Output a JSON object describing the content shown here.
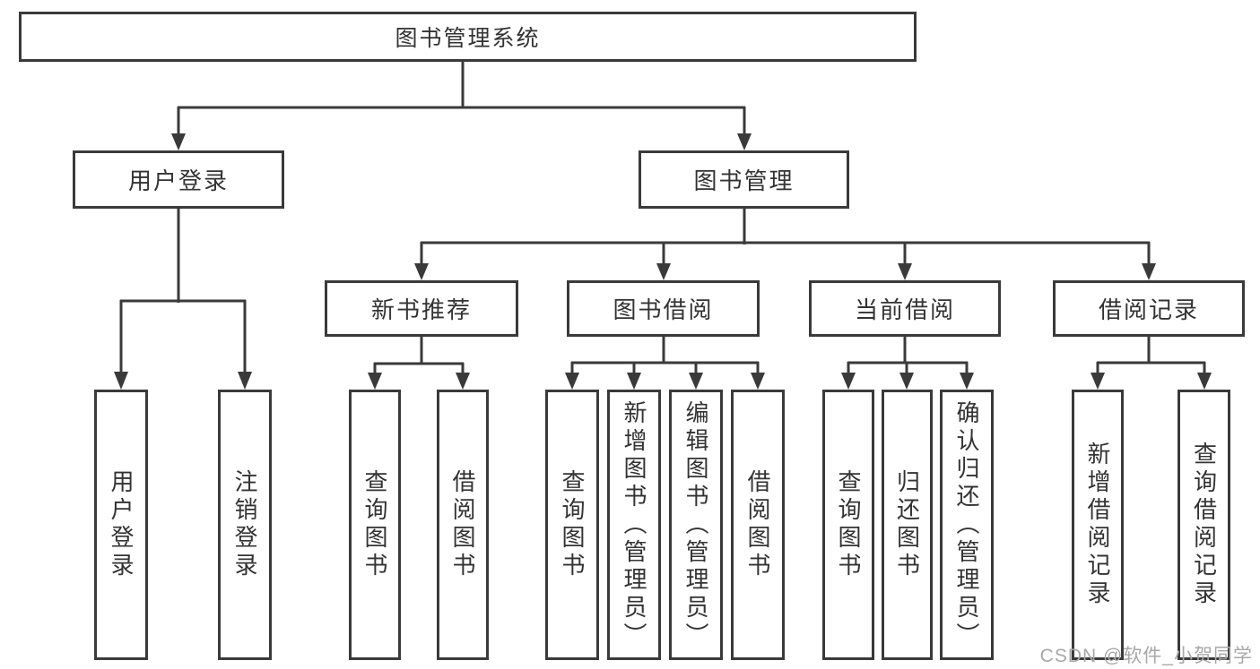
{
  "diagram": {
    "root": {
      "label": "图书管理系统"
    },
    "branches": [
      {
        "label": "用户登录",
        "children": [
          {
            "label": "用户登录"
          },
          {
            "label": "注销登录"
          }
        ]
      },
      {
        "label": "图书管理",
        "children": [
          {
            "label": "新书推荐",
            "children": [
              {
                "label": "查询图书"
              },
              {
                "label": "借阅图书"
              }
            ]
          },
          {
            "label": "图书借阅",
            "children": [
              {
                "label": "查询图书"
              },
              {
                "label": "新增图书（管理员）"
              },
              {
                "label": "编辑图书（管理员）"
              },
              {
                "label": "借阅图书"
              }
            ]
          },
          {
            "label": "当前借阅",
            "children": [
              {
                "label": "查询图书"
              },
              {
                "label": "归还图书"
              },
              {
                "label": "确认归还（管理员）"
              }
            ]
          },
          {
            "label": "借阅记录",
            "children": [
              {
                "label": "新增借阅记录"
              },
              {
                "label": "查询借阅记录"
              }
            ]
          }
        ]
      }
    ]
  },
  "watermark": {
    "text": "CSDN @软件_小贺同学"
  },
  "colors": {
    "line": "#3a3a3a",
    "text": "#333333",
    "watermark": "#a8a8a8",
    "background": "#ffffff"
  }
}
